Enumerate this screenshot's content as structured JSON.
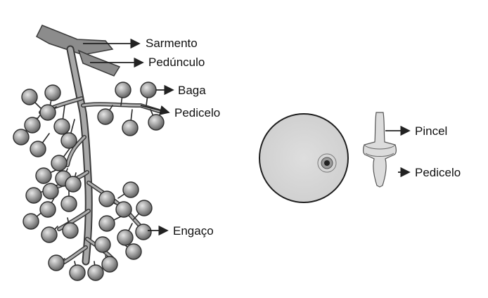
{
  "diagram": {
    "labels": {
      "sarmento": "Sarmento",
      "peduncle": "Pedúnculo",
      "baga": "Baga",
      "pedicel_left": "Pedicelo",
      "engaco": "Engaço",
      "pincel": "Pincel",
      "pedicel_right": "Pedicelo"
    }
  },
  "colors": {
    "stem": "#8a8a8a",
    "stem_outline": "#3a3a3a",
    "berry": "#9a9a9a",
    "berry_highlight": "#e2e2e2",
    "disc": "#d6d6d6",
    "arrow": "#222222",
    "text": "#111111"
  }
}
